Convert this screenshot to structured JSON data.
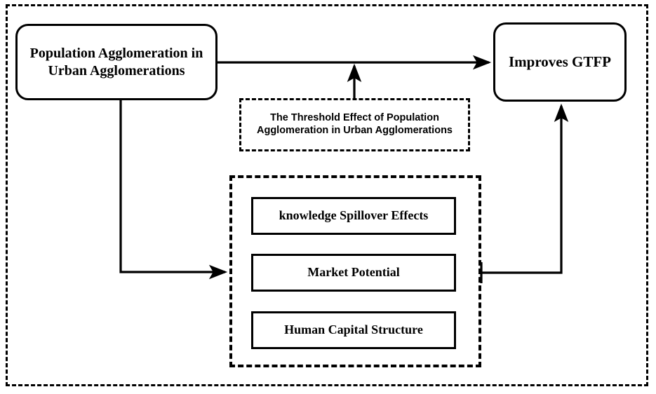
{
  "diagram": {
    "title": "Conceptual framework: Population agglomeration and GTFP",
    "colors": {
      "stroke": "#000000",
      "background": "#ffffff"
    },
    "outer_frame": {
      "name": "outer-dashed-frame",
      "style": "dashed"
    },
    "nodes": {
      "population": {
        "label": "Population Agglomeration in Urban Agglomerations",
        "line1": "Population Agglomeration in",
        "line2": "Urban Agglomerations",
        "shape": "rounded-rectangle",
        "style": "solid"
      },
      "gtfp": {
        "label": "Improves GTFP",
        "shape": "rounded-rectangle",
        "style": "solid"
      },
      "threshold": {
        "label": "The Threshold Effect of Population Agglomeration in Urban Agglomerations",
        "line1": "The Threshold Effect of Population",
        "line2": "Agglomeration in Urban Agglomerations",
        "shape": "rectangle",
        "style": "dashed"
      },
      "mechanism_group": {
        "label": "",
        "shape": "rectangle",
        "style": "dashed"
      },
      "knowledge": {
        "label": "knowledge Spillover Effects",
        "shape": "rectangle",
        "style": "solid"
      },
      "market": {
        "label": "Market Potential",
        "shape": "rectangle",
        "style": "solid"
      },
      "human": {
        "label": "Human Capital Structure",
        "shape": "rectangle",
        "style": "solid"
      }
    },
    "edges": [
      {
        "name": "population-to-gtfp",
        "from": "population",
        "to": "gtfp",
        "arrow": "end",
        "label": ""
      },
      {
        "name": "threshold-to-main-path",
        "from": "threshold",
        "to": "population-to-gtfp",
        "arrow": "end",
        "label": ""
      },
      {
        "name": "population-to-mechanisms",
        "from": "population",
        "to": "mechanism_group",
        "arrow": "end",
        "label": ""
      },
      {
        "name": "mechanisms-to-gtfp",
        "from": "mechanism_group",
        "to": "gtfp",
        "arrow": "end",
        "label": ""
      }
    ]
  }
}
